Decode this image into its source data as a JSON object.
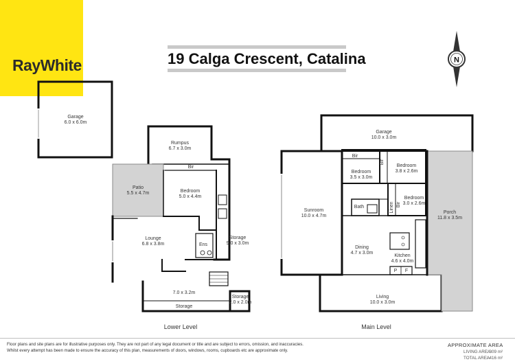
{
  "brand": {
    "name": "RayWhite",
    "accent": "#ffe512"
  },
  "title": "19 Calga Crescent, Catalina",
  "compass": {
    "label": "N"
  },
  "lower_level": {
    "label": "Lower Level",
    "rooms": {
      "garage": {
        "name": "Garage",
        "size": "6.0 x 6.0m"
      },
      "rumpus": {
        "name": "Rumpus",
        "size": "6.7 x 3.0m"
      },
      "bir": {
        "name": "Bir"
      },
      "patio": {
        "name": "Patio",
        "size": "5.5 x 4.7m"
      },
      "bedroom": {
        "name": "Bedroom",
        "size": "5.0 x 4.4m"
      },
      "lounge": {
        "name": "Lounge",
        "size": "6.8 x 3.8m"
      },
      "ens": {
        "name": "Ens"
      },
      "storage_main": {
        "name": "Storage",
        "size": "9.0 x 3.0m"
      },
      "room_7": {
        "size": "7.0 x 3.2m"
      },
      "storage_bottom": {
        "name": "Storage"
      },
      "storage_small": {
        "name": "Storage",
        "size": "2.0 x 2.0m"
      }
    }
  },
  "main_level": {
    "label": "Main Level",
    "rooms": {
      "garage": {
        "name": "Garage",
        "size": "10.0 x 3.0m"
      },
      "bir1": {
        "name": "Bir"
      },
      "bedroom1": {
        "name": "Bedroom",
        "size": "3.5 x 3.0m"
      },
      "bir2": {
        "name": "Bir"
      },
      "bedroom2": {
        "name": "Bedroom",
        "size": "3.8 x 2.6m"
      },
      "bir3": {
        "name": "Bir"
      },
      "bedroom3": {
        "name": "Bedroom",
        "size": "3.0 x 2.6m"
      },
      "sunroom": {
        "name": "Sunroom",
        "size": "10.0 x 4.7m"
      },
      "bath": {
        "name": "Bath"
      },
      "linen": {
        "name": "Linen"
      },
      "porch": {
        "name": "Porch",
        "size": "11.8 x 3.5m"
      },
      "dining": {
        "name": "Dining",
        "size": "4.7 x 3.0m"
      },
      "kitchen": {
        "name": "Kitchen",
        "size": "4.6 x 4.0m"
      },
      "p": {
        "name": "P"
      },
      "f": {
        "name": "F"
      },
      "living": {
        "name": "Living",
        "size": "10.0 x 3.0m"
      }
    }
  },
  "footer": {
    "disclaimer_1": "Floor plans and site plans are for illustrative purposes only. They are not part of any legal document or title and are subject to errors, omission, and inaccuracies.",
    "disclaimer_2": "Whilst every attempt has been made to ensure the accuracy of this plan, measurements of doors, windows, rooms, cupboards etc are approximate only.",
    "area_title": "APPROXIMATE AREA",
    "living_area_label": "LIVING AREA",
    "living_area_value": ": 309 m²",
    "total_area_label": "TOTAL AREA",
    "total_area_value": ": 416 m²"
  },
  "colors": {
    "wall": "#111111",
    "patio": "#d3d3d3",
    "porch": "#d3d3d3",
    "title_bar": "#c9c9c9"
  }
}
